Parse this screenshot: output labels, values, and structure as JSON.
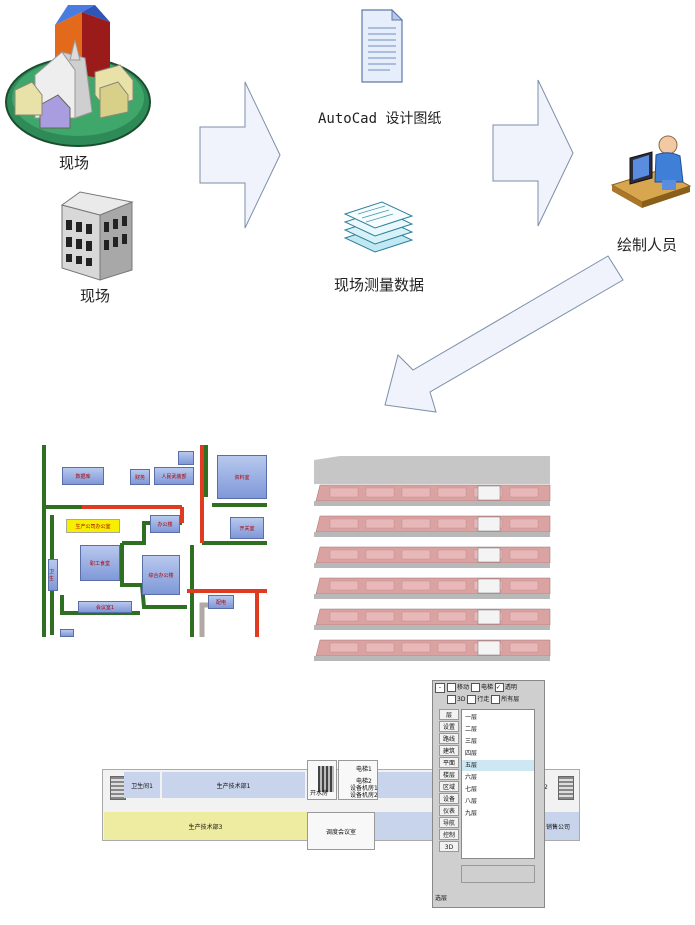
{
  "flow": {
    "site_label_1": "现场",
    "site_label_2": "现场",
    "cad_label": "AutoCad 设计图纸",
    "survey_label": "现场测量数据",
    "drafter_label": "绘制人员"
  },
  "plan2d": {
    "rooms": [
      "数据库",
      "财务",
      "人民武装部",
      "资料室",
      "生产公司办公室",
      "办公楼",
      "职工食堂",
      "综合办公楼",
      "会议室1",
      "开关室",
      "配电",
      "卫生"
    ]
  },
  "plan3d": {
    "floor_count": 6
  },
  "viewer": {
    "rooms": {
      "toilet": "卫生间1",
      "tech1": "生产技术部1",
      "tech3": "生产技术部3",
      "water": "开水房",
      "elev1": "电梯1",
      "elev2": "电梯2",
      "equip": "设备机房1\n设备机房2",
      "meeting": "调度会议室",
      "sales": "销售公司",
      "right_room": "间2"
    },
    "options": {
      "mobile": "移动",
      "elevator": "电梯",
      "transparent": "透明",
      "three_d": "3D",
      "walk": "行走",
      "all_floors": "所有层"
    },
    "side_buttons": [
      "层",
      "设置",
      "路线",
      "建筑",
      "平面",
      "楼层",
      "区域",
      "设备",
      "仪表",
      "导航",
      "控制",
      "3D"
    ],
    "floors": [
      "一层",
      "二层",
      "三层",
      "四层",
      "五层",
      "六层",
      "七层",
      "八层",
      "九层"
    ],
    "selected_floor": "五层",
    "bottom_label": "选层"
  }
}
